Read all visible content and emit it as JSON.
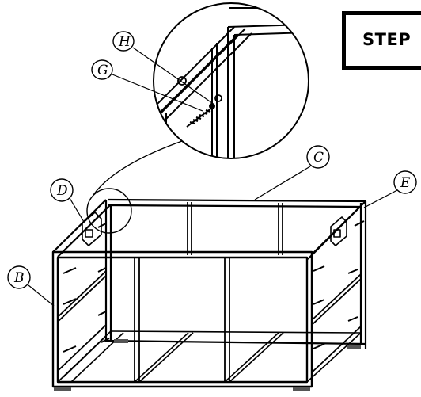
{
  "step": {
    "label": "STEP"
  },
  "callouts": {
    "a": "H",
    "b": "G",
    "c": "C",
    "d": "D",
    "e": "E",
    "f": "B"
  },
  "colors": {
    "line": "#000000",
    "background": "#ffffff"
  }
}
